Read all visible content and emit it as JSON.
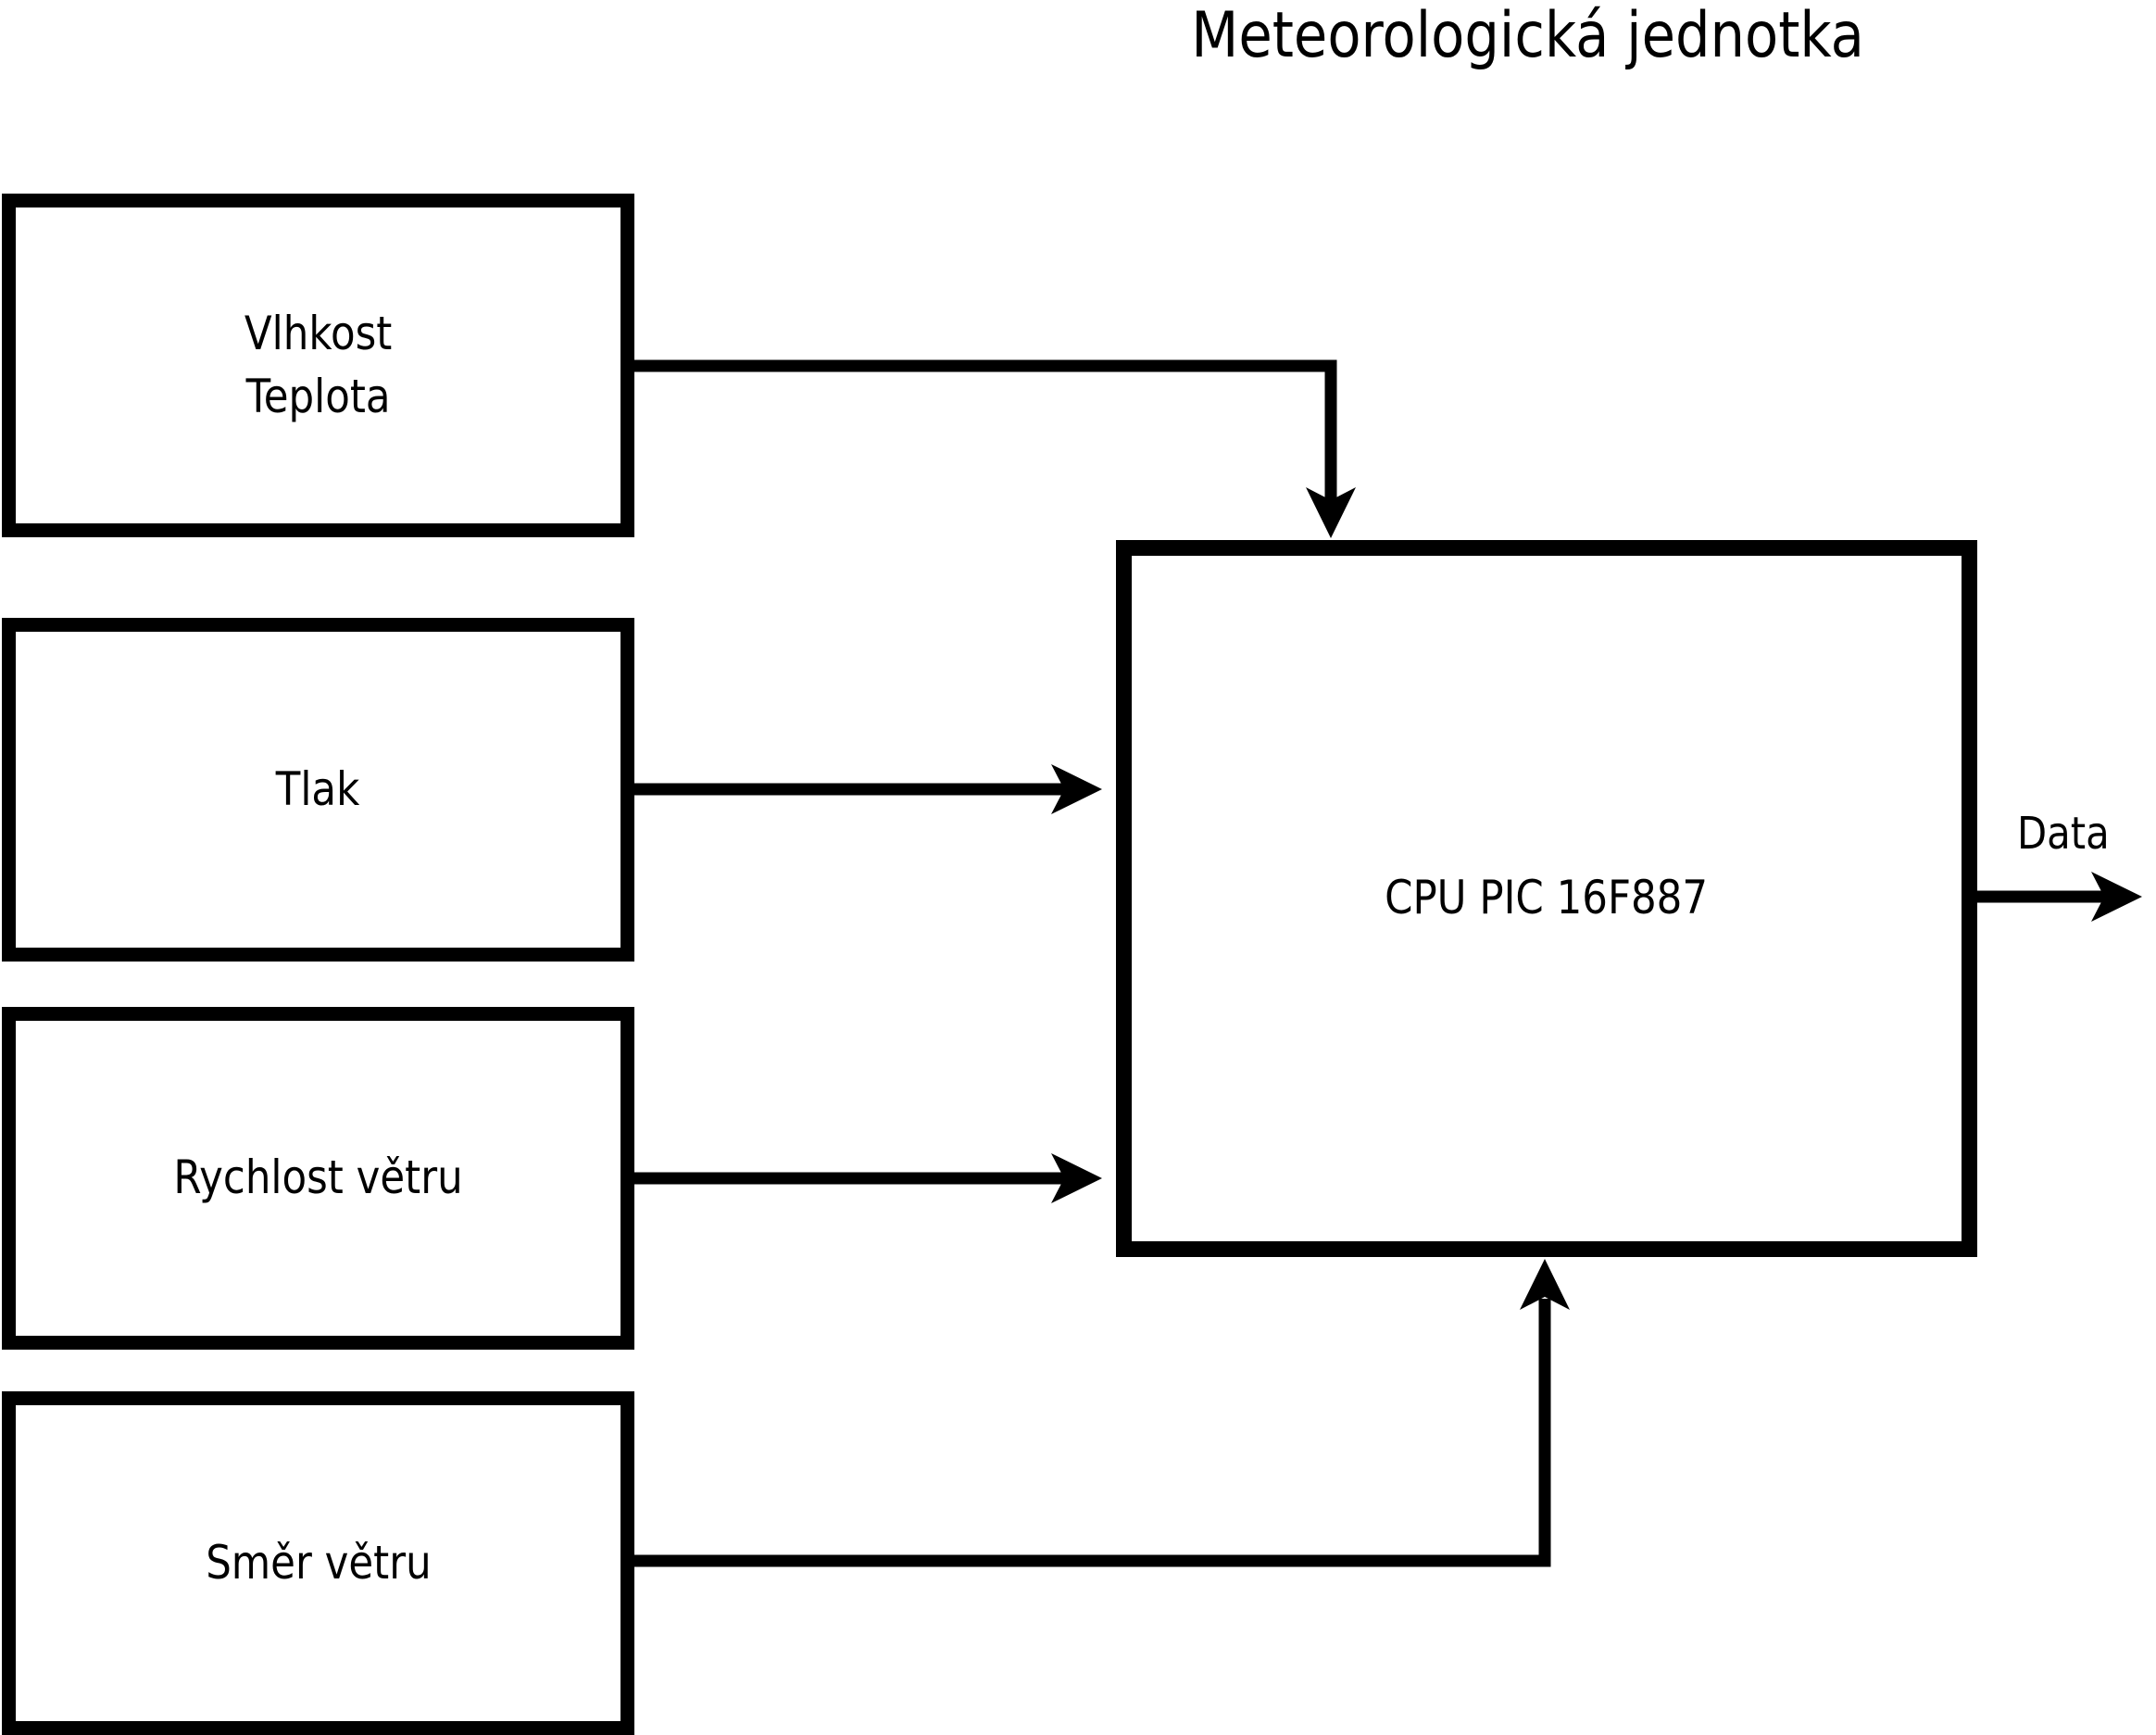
{
  "title": "Meteorologická jednotka",
  "colors": {
    "foreground": "#000000",
    "background": "#ffffff"
  },
  "diagram": {
    "sensors": [
      {
        "label": "Vlhkost\nTeplota"
      },
      {
        "label": "Tlak"
      },
      {
        "label": "Rychlost větru"
      },
      {
        "label": "Směr větru"
      }
    ],
    "cpu": {
      "label": "CPU PIC 16F887"
    },
    "output": {
      "label": "Data"
    },
    "connections": [
      {
        "from": "Vlhkost Teplota",
        "to": "CPU PIC 16F887",
        "into": "top"
      },
      {
        "from": "Tlak",
        "to": "CPU PIC 16F887",
        "into": "left"
      },
      {
        "from": "Rychlost větru",
        "to": "CPU PIC 16F887",
        "into": "left"
      },
      {
        "from": "Směr větru",
        "to": "CPU PIC 16F887",
        "into": "bottom"
      },
      {
        "from": "CPU PIC 16F887",
        "to": "Data",
        "into": "right-output"
      }
    ]
  }
}
